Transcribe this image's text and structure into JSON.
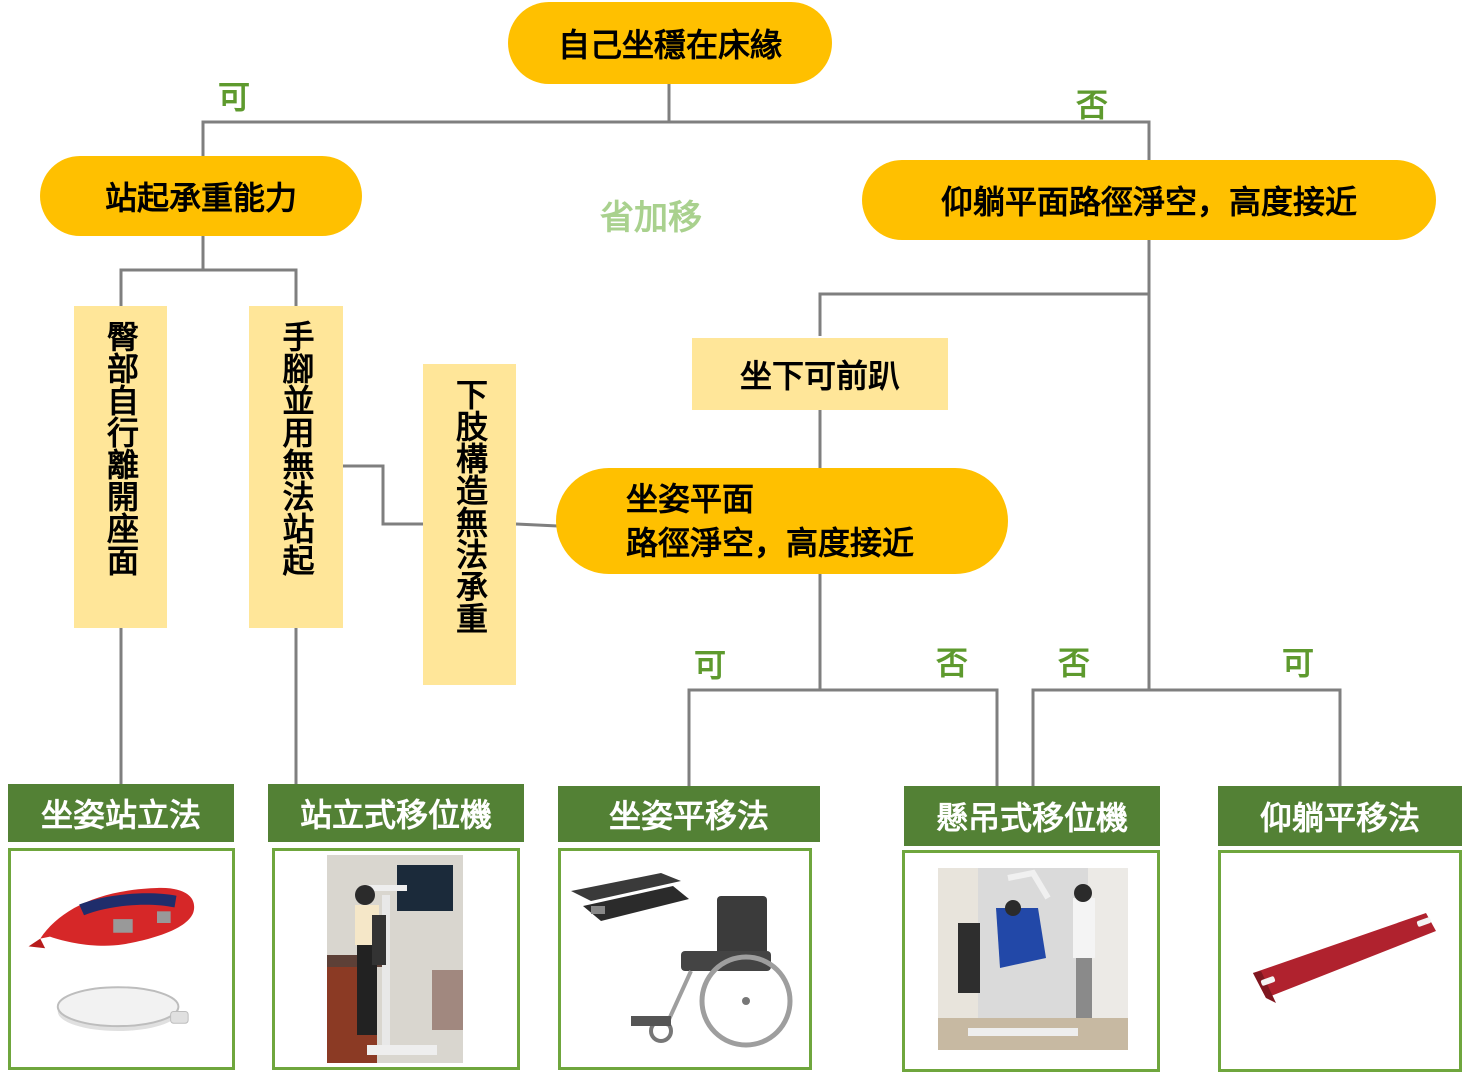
{
  "watermark": "省加移",
  "root": "自己坐穩在床緣",
  "labels": {
    "yes_left": "可",
    "no_right": "否",
    "yes_bottom_1": "可",
    "no_bottom_1": "否",
    "no_bottom_2": "否",
    "yes_bottom_2": "可"
  },
  "nodes": {
    "standing": "站起承重能力",
    "supine": "仰躺平面路徑淨空，高度接近",
    "lean_forward": "坐下可前趴",
    "sitting_line1": "坐姿平面",
    "sitting_line2": "路徑淨空，高度接近"
  },
  "conditions": {
    "hip_leave": "臀部自行離開座面",
    "hands_feet": "手腳並用無法站起",
    "lower_limb": "下肢構造無法承重"
  },
  "methods": [
    {
      "title": "坐姿站立法",
      "image": "transfer-belt-and-pivot-disc"
    },
    {
      "title": "站立式移位機",
      "image": "standing-lift-photo"
    },
    {
      "title": "坐姿平移法",
      "image": "slide-board-and-wheelchair"
    },
    {
      "title": "懸吊式移位機",
      "image": "sling-hoist-photo"
    },
    {
      "title": "仰躺平移法",
      "image": "slide-sheet"
    }
  ],
  "colors": {
    "primary": "#FFC000",
    "secondary": "#FFE699",
    "title_green": "#538135",
    "label_green": "#5E9A2E",
    "line": "#7F7F7F"
  }
}
